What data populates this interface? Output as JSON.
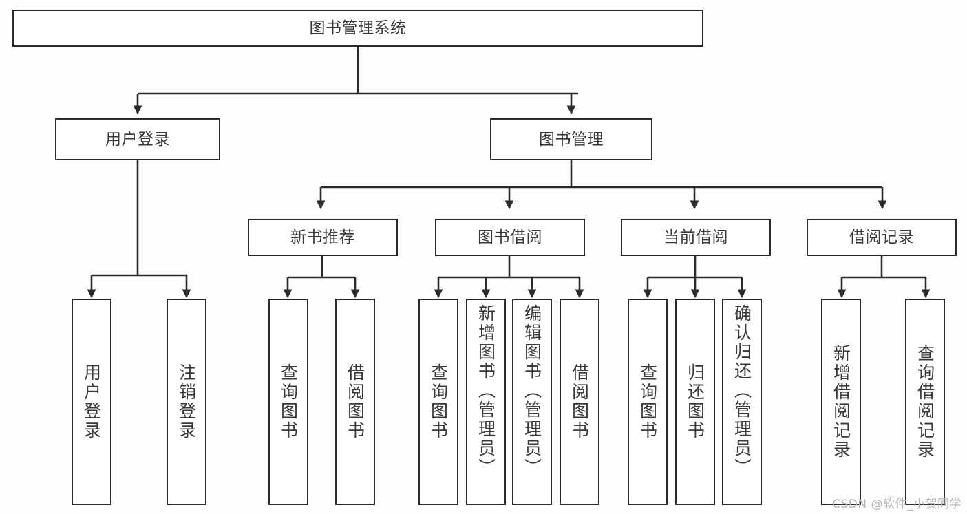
{
  "diagram": {
    "title": "图书管理系统",
    "type": "tree-hierarchy",
    "orientation": "top-down",
    "colors": {
      "background": "#fdfdfd",
      "node_fill": "#ffffff",
      "node_border": "#2b2b2b",
      "text": "#3a3a3a",
      "edge": "#2b2b2b",
      "watermark": "#b6b6b6"
    }
  },
  "watermark": {
    "text": "CSDN @软件_小贺同学"
  },
  "nodes": {
    "root": {
      "label": "图书管理系统"
    },
    "level2": [
      {
        "label": "用户登录"
      },
      {
        "label": "图书管理"
      }
    ],
    "level3": [
      {
        "label": "新书推荐"
      },
      {
        "label": "图书借阅"
      },
      {
        "label": "当前借阅"
      },
      {
        "label": "借阅记录"
      }
    ],
    "leaves": {
      "user_login": [
        {
          "label": "用户登录"
        },
        {
          "label": "注销登录"
        }
      ],
      "new_book_recommend": [
        {
          "label": "查询图书"
        },
        {
          "label": "借阅图书"
        }
      ],
      "book_borrow": [
        {
          "label": "查询图书"
        },
        {
          "label": "新增图书（管理员）"
        },
        {
          "label": "编辑图书（管理员）"
        },
        {
          "label": "借阅图书"
        }
      ],
      "current_borrow": [
        {
          "label": "查询图书"
        },
        {
          "label": "归还图书"
        },
        {
          "label": "确认归还（管理员）"
        }
      ],
      "borrow_record": [
        {
          "label": "新增借阅记录"
        },
        {
          "label": "查询借阅记录"
        }
      ]
    }
  }
}
